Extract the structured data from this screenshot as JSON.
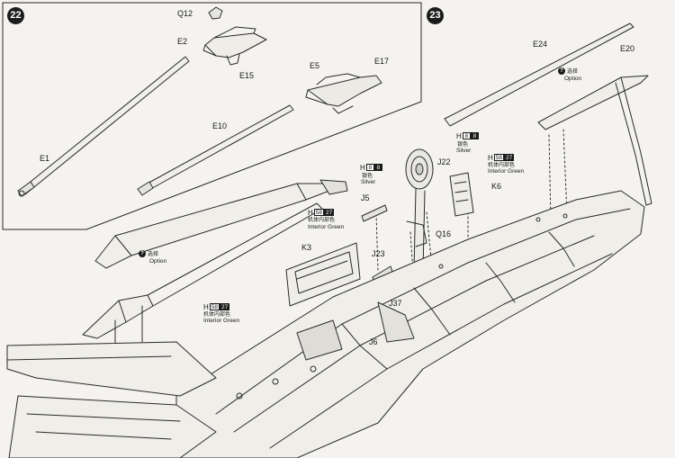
{
  "steps": {
    "step_a": "22",
    "step_b": "23"
  },
  "parts": {
    "q12": "Q12",
    "e2": "E2",
    "e15": "E15",
    "e5": "E5",
    "e17": "E17",
    "e10": "E10",
    "e1": "E1",
    "e24": "E24",
    "e20": "E20",
    "j22": "J22",
    "j5": "J5",
    "k6": "K6",
    "k3": "K3",
    "j23": "J23",
    "q16": "Q16",
    "j37": "J37",
    "j6": "J6"
  },
  "option": {
    "mark": "?",
    "cn": "选择",
    "en": "Option"
  },
  "paint": {
    "silver": {
      "h": "H",
      "code1": "8",
      "code2": "8",
      "cn": "银色",
      "en": "Silver"
    },
    "interior": {
      "h": "H",
      "code1": "58",
      "code2": "27",
      "cn": "机体内部色",
      "en": "Interior Green"
    }
  },
  "colors": {
    "ink": "#1a1a1a",
    "paper": "#f4f3ef"
  }
}
